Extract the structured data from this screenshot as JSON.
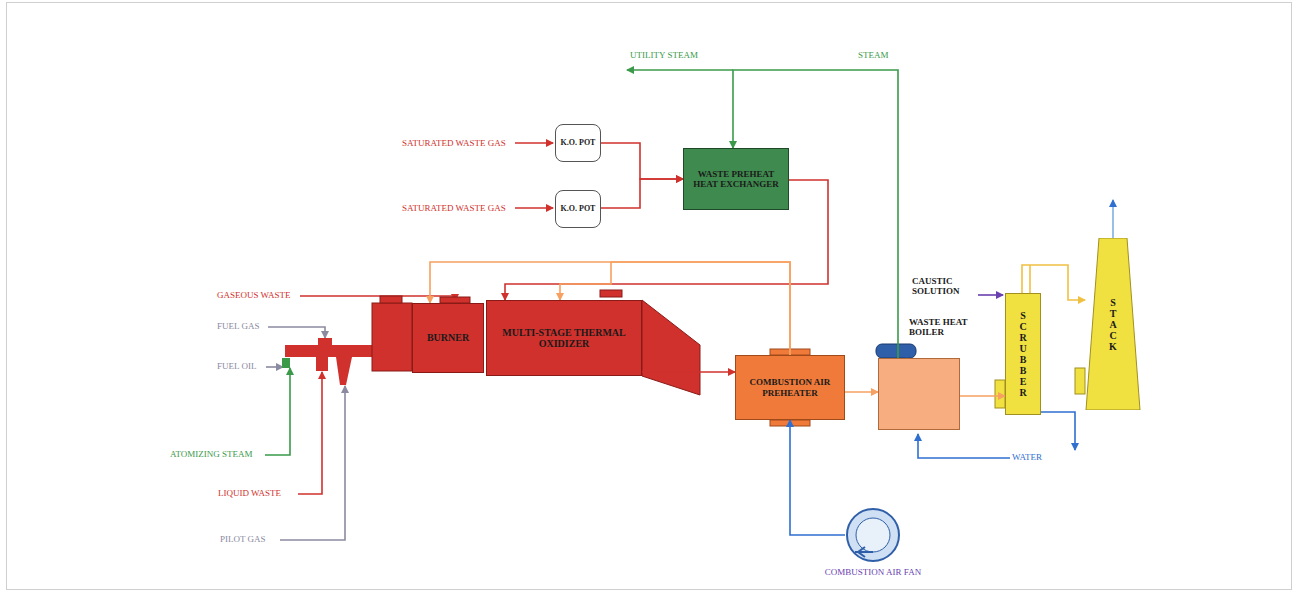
{
  "diagram": {
    "nodes": [
      {
        "text": [
          "K.O. POT"
        ]
      },
      {
        "text": [
          "K.O. POT"
        ]
      },
      {
        "text": [
          "WASTE PREHEAT HEAT EXCHANGER"
        ]
      },
      {
        "text": [
          "BURNER"
        ]
      },
      {
        "text": [
          "MULTI-STAGE THERMAL OXIDIZER"
        ]
      },
      {
        "text": [
          "COMBUSTION AIR PREHEATER"
        ]
      },
      {
        "text": [
          "COMBUSTION AIR FAN"
        ]
      },
      {
        "text": [
          "WASTE HEAT BOILER"
        ]
      },
      {
        "text": [
          "SCRUBBER"
        ]
      },
      {
        "text": [
          "STACK"
        ]
      }
    ],
    "edges": [
      {
        "from": 0,
        "to": 2,
        "arrow": "to"
      },
      {
        "from": 1,
        "to": 2,
        "arrow": "to"
      },
      {
        "from": 2,
        "to": 4,
        "arrow": "to"
      },
      {
        "from": 5,
        "to": 3,
        "arrow": "to"
      },
      {
        "from": 5,
        "to": 4,
        "arrow": "to"
      },
      {
        "from": 4,
        "to": 5,
        "arrow": "to"
      },
      {
        "from": 6,
        "to": 5,
        "arrow": "to"
      },
      {
        "from": 5,
        "to": 7,
        "arrow": "to"
      },
      {
        "from": 7,
        "to": 8,
        "arrow": "to"
      },
      {
        "from": 8,
        "to": 9,
        "arrow": "to"
      },
      {
        "from": 7,
        "to": 2,
        "arrow": "to"
      }
    ],
    "labels": [
      "UTILITY STEAM",
      "STEAM",
      "SATURATED WASTE GAS",
      "SATURATED WASTE GAS",
      "GASEOUS WASTE",
      "FUEL GAS",
      "FUEL OIL",
      "ATOMIZING STEAM",
      "LIQUID WASTE",
      "PILOT GAS",
      "CAUSTIC SOLUTION",
      "WATER"
    ]
  }
}
